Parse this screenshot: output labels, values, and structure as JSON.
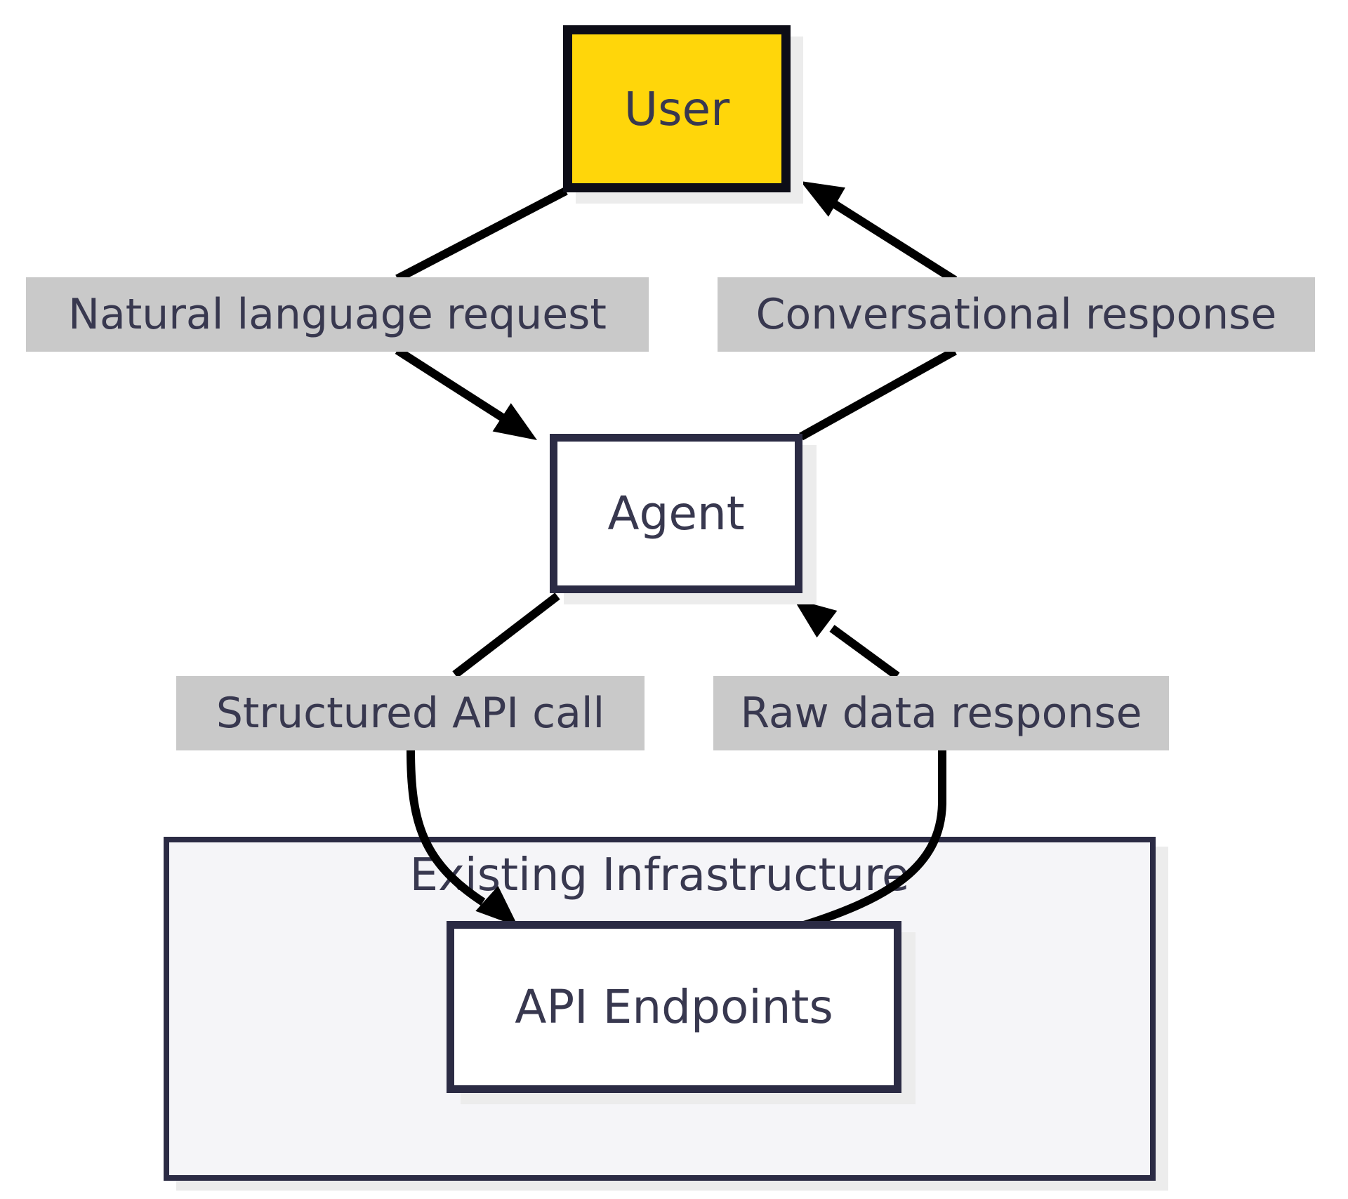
{
  "diagram": {
    "nodes": {
      "user": {
        "label": "User"
      },
      "agent": {
        "label": "Agent"
      },
      "api_endpoints": {
        "label": "API Endpoints"
      }
    },
    "container": {
      "label": "Existing Infrastructure"
    },
    "edges": [
      {
        "from": "User",
        "to": "Agent",
        "label": "Natural language request"
      },
      {
        "from": "Agent",
        "to": "User",
        "label": "Conversational response"
      },
      {
        "from": "Agent",
        "to": "API Endpoints",
        "label": "Structured API call"
      },
      {
        "from": "API Endpoints",
        "to": "Agent",
        "label": "Raw data response"
      }
    ],
    "colors": {
      "edge": "#000000",
      "border": "#2b2b44",
      "user_border": "#0d0d17",
      "user_fill": "#ffd60a",
      "node_fill": "#ffffff",
      "node_text": "#38384f",
      "label_bg": "#c9c9c9",
      "label_text": "#38384f",
      "container_fill": "#f5f5f8",
      "shadow": "#ececec"
    }
  }
}
